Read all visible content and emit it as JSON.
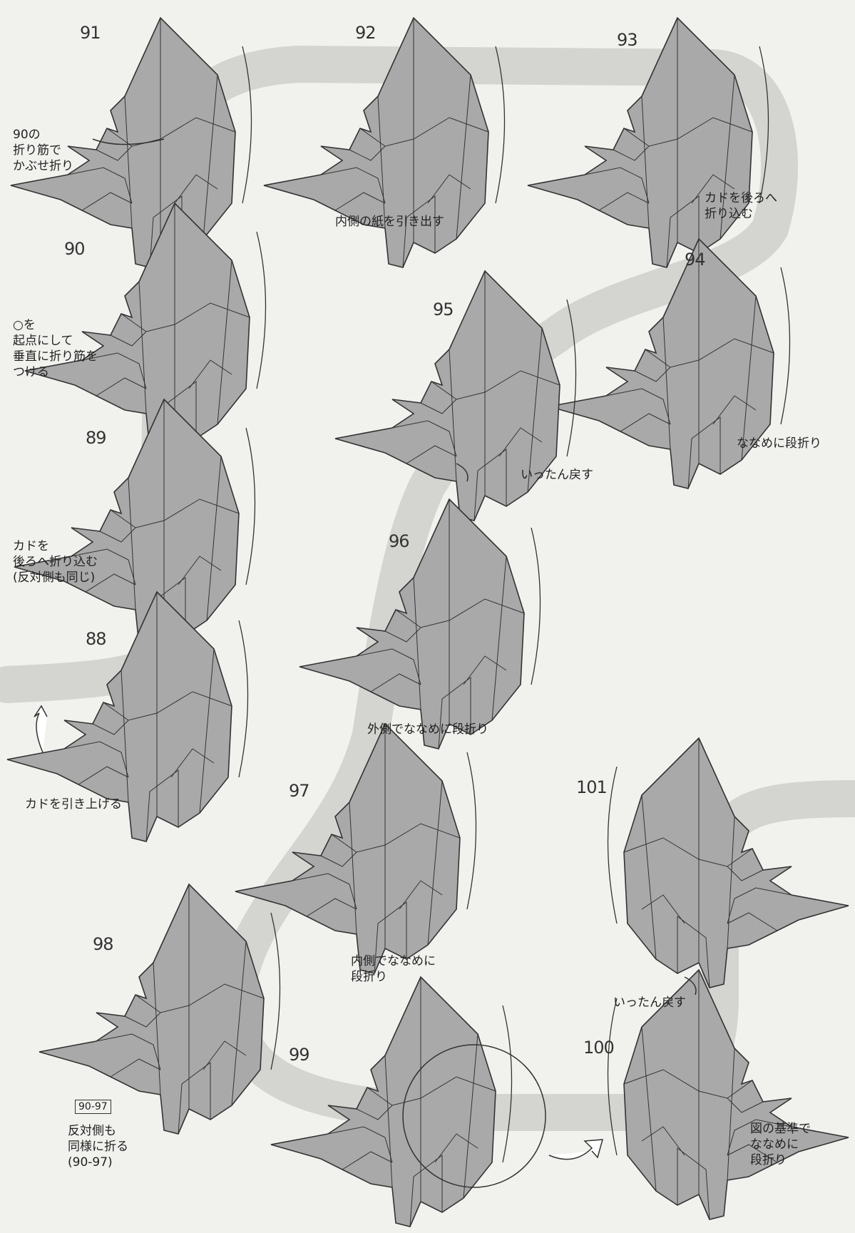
{
  "colors": {
    "paper": "#a9a9a9",
    "path": "#d4d4d0",
    "line": "#333333",
    "background": "#f1f1ee"
  },
  "steps": [
    {
      "number": "91",
      "caption": "90の\n折り筋で\nかぶせ折り"
    },
    {
      "number": "92",
      "caption": "内側の紙を引き出す"
    },
    {
      "number": "93",
      "caption": "カドを後ろへ\n折り込む"
    },
    {
      "number": "90",
      "caption": "○を\n起点にして\n垂直に折り筋を\nつける"
    },
    {
      "number": "94",
      "caption": "ななめに段折り"
    },
    {
      "number": "95",
      "caption": "いったん戻す"
    },
    {
      "number": "89",
      "caption": "カドを\n後ろへ折り込む\n(反対側も同じ)"
    },
    {
      "number": "96",
      "caption": "外側でななめに段折り"
    },
    {
      "number": "88",
      "caption": "カドを引き上げる"
    },
    {
      "number": "97",
      "caption": "内側でななめに\n段折り"
    },
    {
      "number": "101",
      "caption": "いったん戻す"
    },
    {
      "number": "98",
      "caption": "反対側も\n同様に折る\n(90-97)",
      "tag": "90-97"
    },
    {
      "number": "99",
      "caption": ""
    },
    {
      "number": "100",
      "caption": "図の基準で\nななめに\n段折り"
    }
  ]
}
